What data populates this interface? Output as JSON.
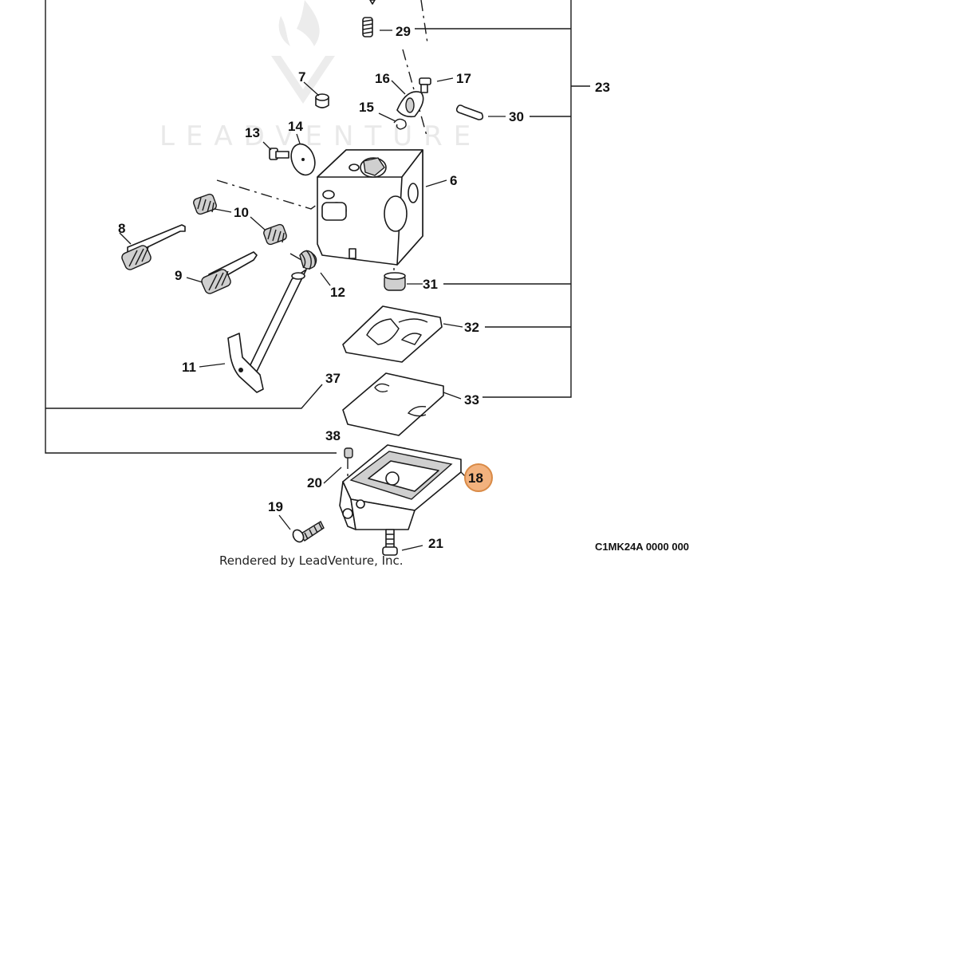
{
  "diagram": {
    "callouts": {
      "c6": "6",
      "c7": "7",
      "c8": "8",
      "c9": "9",
      "c10": "10",
      "c11": "11",
      "c12": "12",
      "c13": "13",
      "c14": "14",
      "c15": "15",
      "c16": "16",
      "c17": "17",
      "c18": "18",
      "c19": "19",
      "c20": "20",
      "c21": "21",
      "c23": "23",
      "c29": "29",
      "c30": "30",
      "c31": "31",
      "c32": "32",
      "c33": "33",
      "c37": "37",
      "c38": "38"
    },
    "highlighted_callout": "18",
    "highlight_color": "#f2b27e",
    "highlight_stroke": "#d98a46",
    "reference_code": "C1MK24A 0000 000",
    "credit": "Rendered by LeadVenture, Inc.",
    "watermark": "LEADVENTURE"
  }
}
